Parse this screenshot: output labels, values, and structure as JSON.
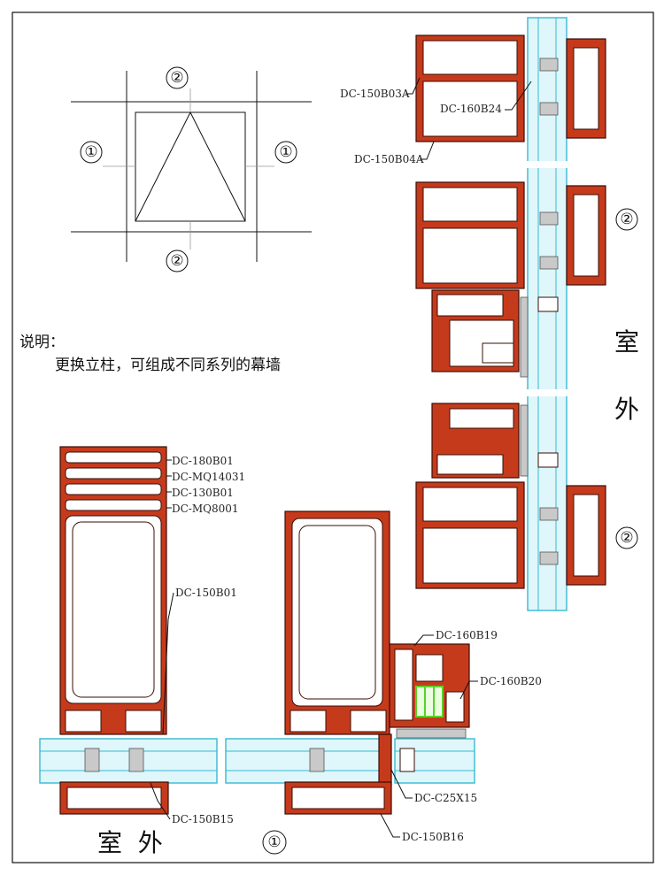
{
  "title_note": {
    "label": "说明：",
    "text": "更换立柱，可组成不同系列的幕墙"
  },
  "grid_diagram": {
    "top": "②",
    "left": "①",
    "right": "①",
    "bottom": "②"
  },
  "right_section": {
    "labels": [
      "DC-150B03A",
      "DC-160B24",
      "DC-150B04A"
    ],
    "markers": [
      "②",
      "②"
    ],
    "outside_text": [
      "室",
      "外"
    ]
  },
  "bottom_left": {
    "labels": [
      "DC-180B01",
      "DC-MQ14031",
      "DC-130B01",
      "DC-MQ8001",
      "DC-150B01",
      "DC-150B15"
    ],
    "outside_text": "室  外"
  },
  "bottom_middle": {
    "labels": [
      "DC-160B19",
      "DC-160B20",
      "DC-C25X15",
      "DC-150B16"
    ],
    "marker": "①"
  },
  "colors": {
    "profile": "#c63a1c",
    "glass": "#37b9d1",
    "insulator": "#5bd12a"
  }
}
